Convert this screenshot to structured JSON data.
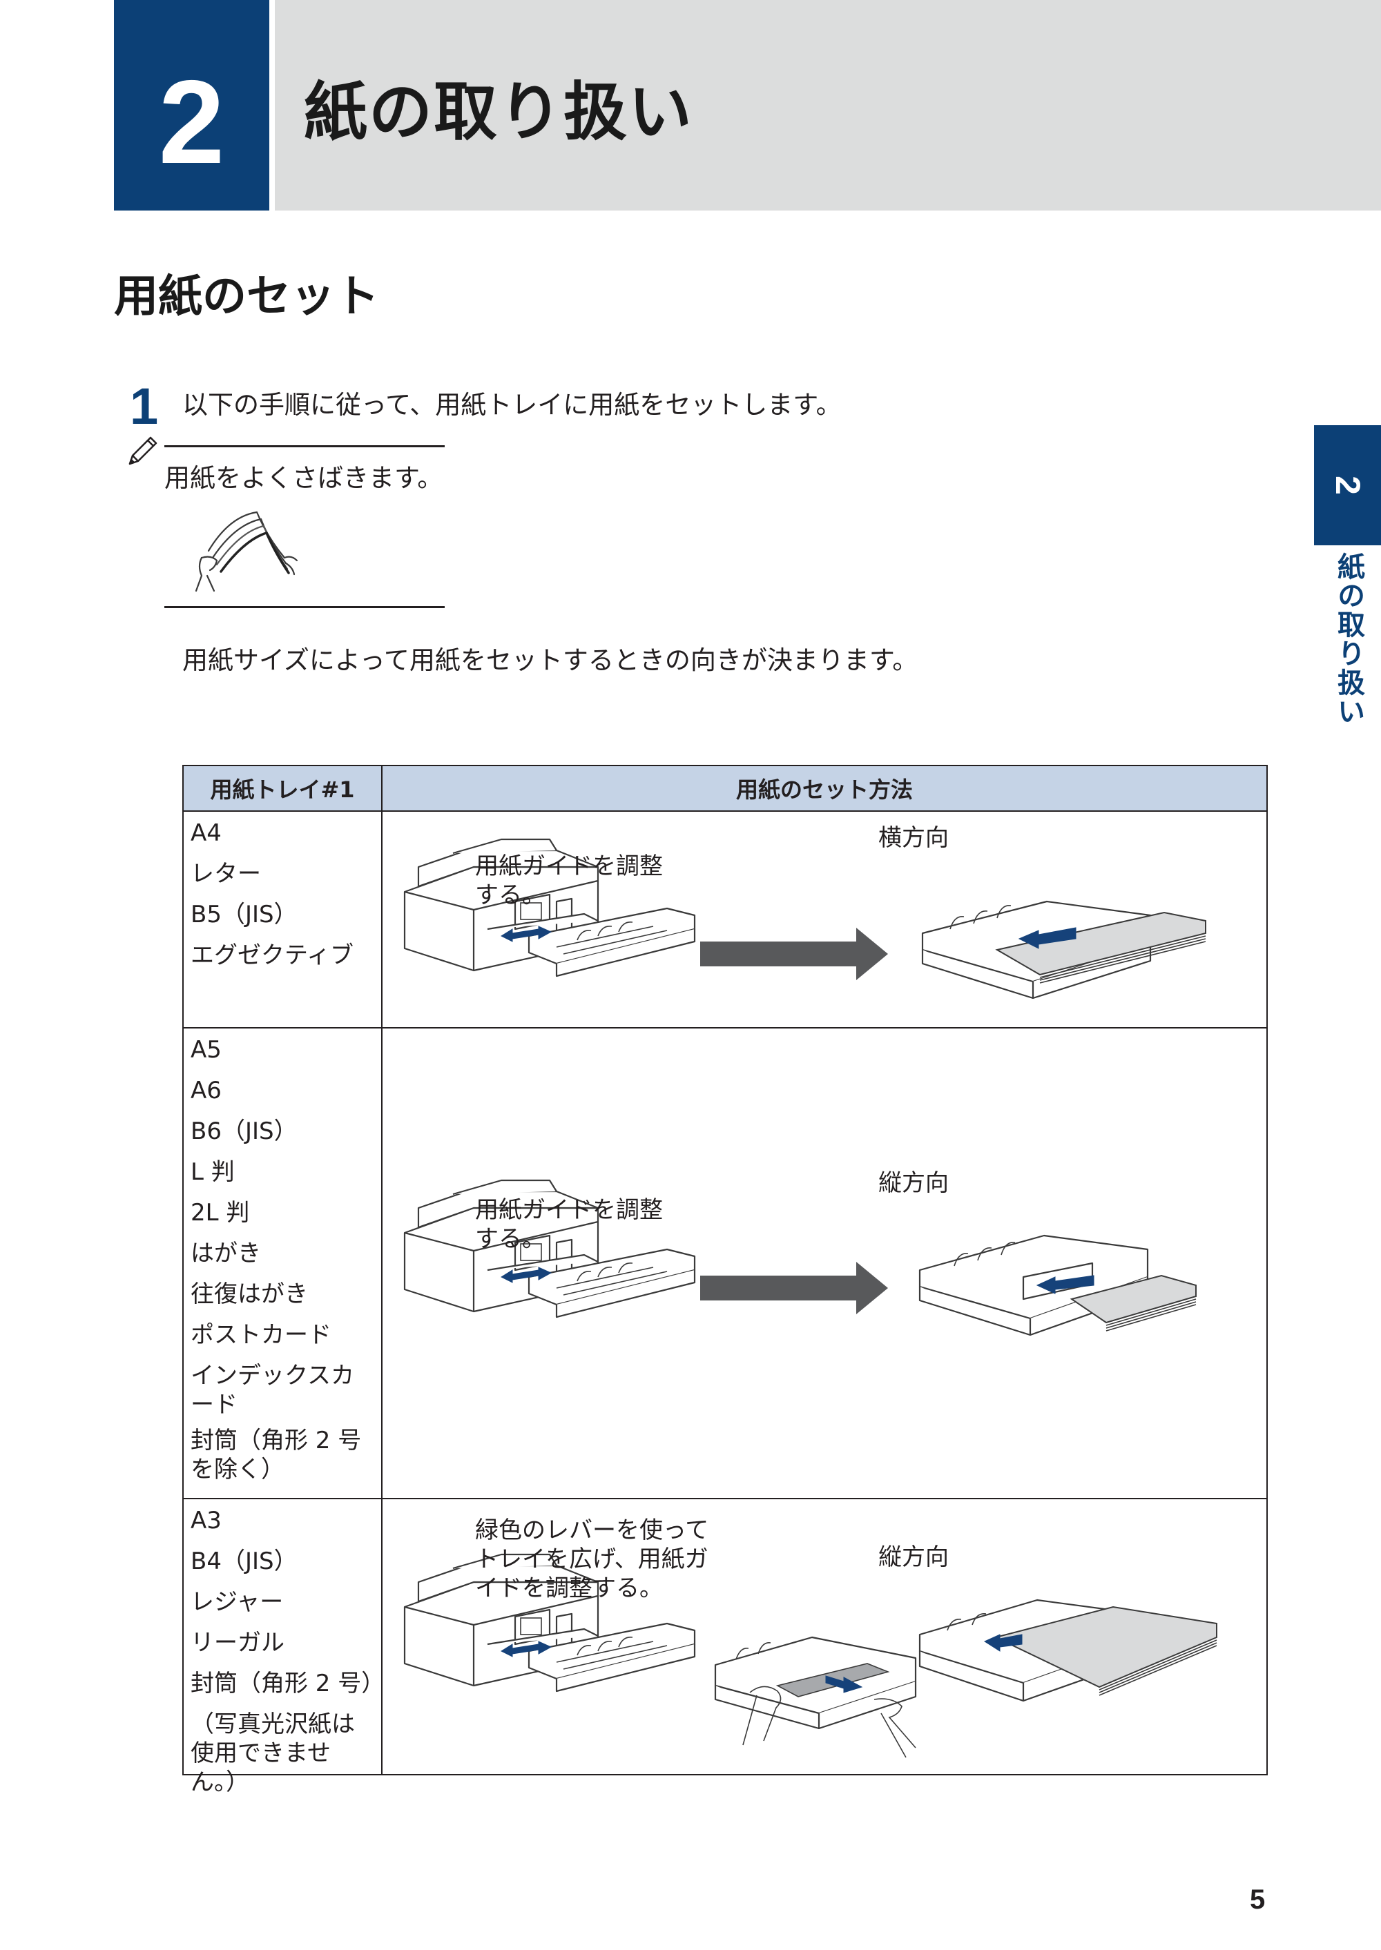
{
  "chapter": {
    "number": "2",
    "title": "紙の取り扱い"
  },
  "side_tab": {
    "number": "2",
    "label": "紙の取り扱い"
  },
  "section_title": "用紙のセット",
  "step": {
    "number": "1",
    "text": "以下の手順に従って、用紙トレイに用紙をセットします。"
  },
  "note": {
    "icon": "pencil-icon",
    "text": "用紙をよくさばきます。"
  },
  "orientation_text": "用紙サイズによって用紙をセットするときの向きが決まります。",
  "table": {
    "headers": [
      "用紙トレイ#1",
      "用紙のセット方法"
    ],
    "rows": [
      {
        "sizes": [
          "A4",
          "レター",
          "B5（JIS）",
          "エグゼクティブ"
        ],
        "caption": "用紙ガイドを調整する。",
        "orientation": "横方向"
      },
      {
        "sizes": [
          "A5",
          "A6",
          "B6（JIS）",
          "L 判",
          "2L 判",
          "はがき",
          "往復はがき",
          "ポストカード",
          "インデックスカード",
          "封筒（角形 2 号を除く）"
        ],
        "caption": "用紙ガイドを調整する。",
        "orientation": "縦方向"
      },
      {
        "sizes": [
          "A3",
          "B4（JIS）",
          "レジャー",
          "リーガル",
          "封筒（角形 2 号）",
          "（写真光沢紙は使用できません。）"
        ],
        "caption": "緑色のレバーを使ってトレイを広げ、用紙ガイドを調整する。",
        "orientation": "縦方向"
      }
    ]
  },
  "colors": {
    "brand_blue": "#0c4076",
    "header_gray": "#dcdddd",
    "table_header": "#c5d3e6",
    "arrow_gray": "#58595b"
  },
  "page_number": "5"
}
